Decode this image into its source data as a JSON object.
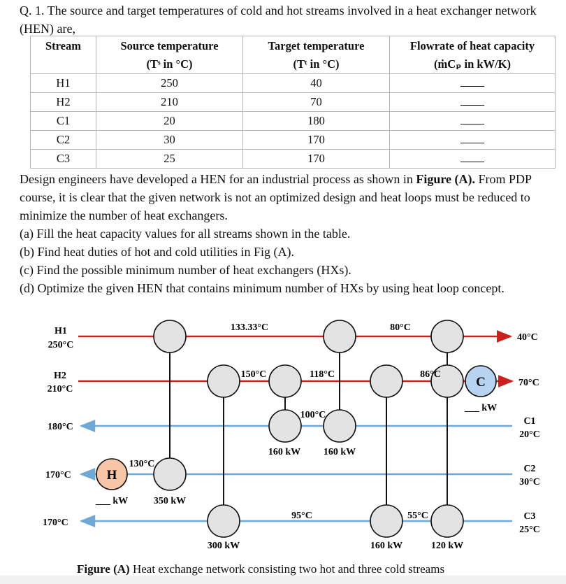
{
  "question": {
    "title": "Q. 1. The source and target temperatures of cold and hot streams involved in a heat exchanger network (HEN) are,"
  },
  "table": {
    "headers": [
      {
        "line1": "Stream",
        "line2": ""
      },
      {
        "line1": "Source temperature",
        "line2": "(Tˢ in °C)"
      },
      {
        "line1": "Target temperature",
        "line2": "(Tᵗ in °C)"
      },
      {
        "line1": "Flowrate of heat capacity",
        "line2": "(ṁCₚ in kW/K)"
      }
    ],
    "rows": [
      {
        "stream": "H1",
        "source": "250",
        "target": "40"
      },
      {
        "stream": "H2",
        "source": "210",
        "target": "70"
      },
      {
        "stream": "C1",
        "source": "20",
        "target": "180"
      },
      {
        "stream": "C2",
        "source": "30",
        "target": "170"
      },
      {
        "stream": "C3",
        "source": "25",
        "target": "170"
      }
    ]
  },
  "paragraph": {
    "pre": "Design engineers have developed a HEN for an industrial process as shown in ",
    "bold": "Figure (A).",
    "post": " From PDP course, it is clear that the given network is not an optimized design and heat loops must be reduced to minimize the number of heat exchangers."
  },
  "parts": [
    "(a) Fill the heat capacity values for all streams shown in the table.",
    "(b) Find heat duties of hot and cold utilities in Fig (A).",
    "(c) Find the possible minimum number of heat exchangers (HXs).",
    "(d) Optimize the given HEN that contains minimum number of HXs by using heat loop concept."
  ],
  "figure": {
    "colors": {
      "hot": "#cc1f1f",
      "cold": "#6fa8d6",
      "exchanger": "#e3e3e3",
      "heater": "#f7c6a6",
      "cooler": "#b8d3ef"
    },
    "h1": {
      "name": "H1",
      "temp": "250°C",
      "target": "40°C"
    },
    "h2": {
      "name": "H2",
      "temp": "210°C",
      "target": "70°C"
    },
    "c1": {
      "name": "C1",
      "temp": "20°C",
      "target": "180°C"
    },
    "c2": {
      "name": "C2",
      "temp": "30°C",
      "target": "170°C"
    },
    "c3": {
      "name": "C3",
      "temp": "25°C",
      "target": "170°C"
    },
    "heater_label": "H",
    "cooler_label": "C",
    "annotations": {
      "t133": "133.33°C",
      "t80": "80°C",
      "t150": "150°C",
      "t118": "118°C",
      "t86": "86°C",
      "t100": "100°C",
      "t130": "130°C",
      "t95": "95°C",
      "t55": "55°C"
    },
    "duties": {
      "q160a": "160 kW",
      "q160b": "160 kW",
      "q350": "350 kW",
      "q300": "300 kW",
      "q160c": "160 kW",
      "q120": "120 kW",
      "heater_blank": "___ kW",
      "cooler_blank": "___ kW"
    },
    "caption_bold": "Figure (A)",
    "caption_rest": " Heat exchange network consisting two hot and three cold streams"
  }
}
